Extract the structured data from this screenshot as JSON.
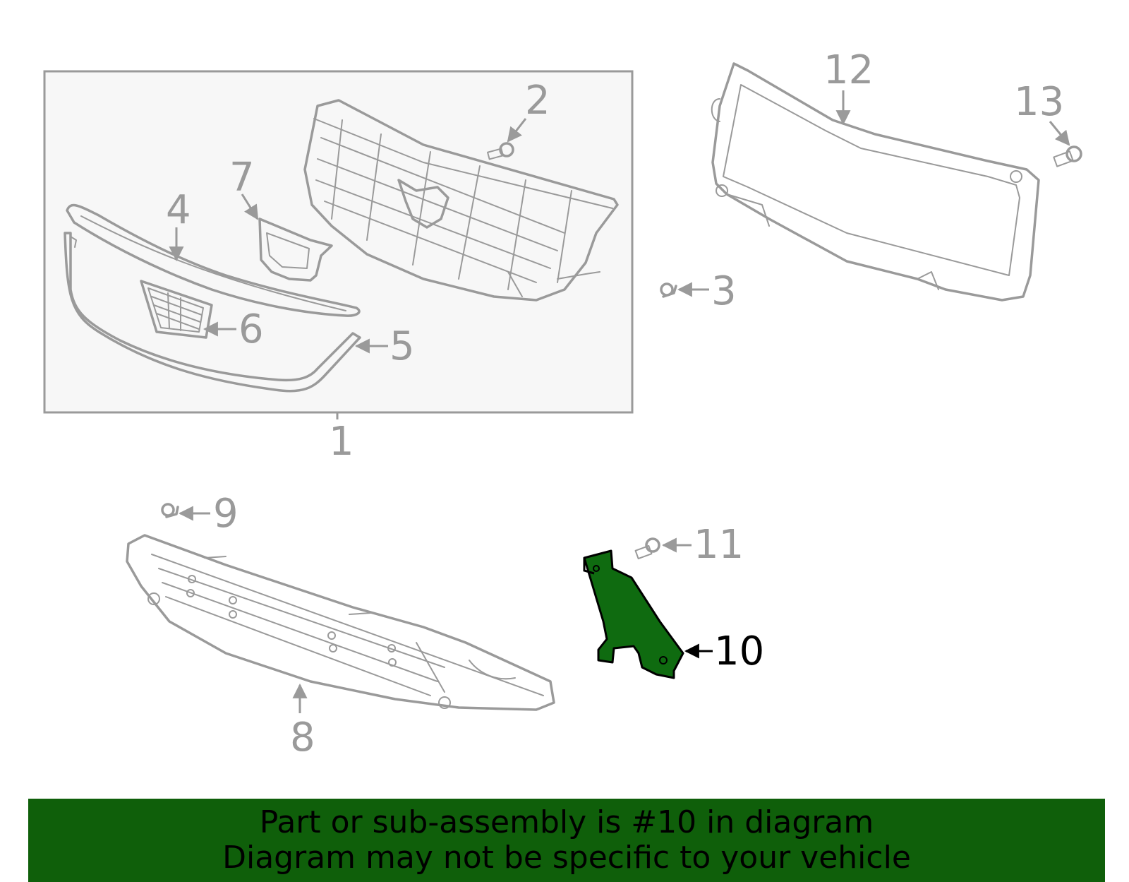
{
  "diagram": {
    "callouts": {
      "c1": "1",
      "c2": "2",
      "c3": "3",
      "c4": "4",
      "c5": "5",
      "c6": "6",
      "c7": "7",
      "c8": "8",
      "c9": "9",
      "c10": "10",
      "c11": "11",
      "c12": "12",
      "c13": "13"
    },
    "highlighted_part": "10",
    "colors": {
      "highlight_fill": "#0f6b10",
      "line": "#9a9a9a",
      "box_fill": "#f7f7f7",
      "banner_bg": "#0f5f0a"
    }
  },
  "banner": {
    "line1": "Part or sub-assembly is #10 in diagram",
    "line2": "Diagram may not be specific to your vehicle"
  }
}
